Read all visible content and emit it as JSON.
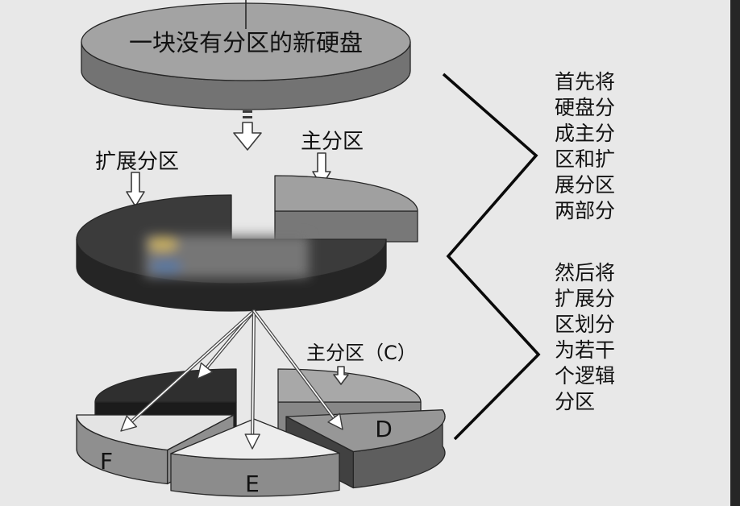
{
  "disk": {
    "label": "一块没有分区的新硬盘"
  },
  "callouts": {
    "extended_partition": "扩展分区",
    "primary_partition": "主分区",
    "primary_partition_c": "主分区（C）"
  },
  "logical_partitions": {
    "f": "F",
    "e": "E",
    "d": "D"
  },
  "explanation": {
    "step1_lines": [
      "首先将",
      "硬盘分",
      "成主分",
      "区和扩",
      "展分区",
      "两部分"
    ],
    "step2_lines": [
      "然后将",
      "扩展分",
      "区划分",
      "为若干",
      "个逻辑",
      "分区"
    ]
  },
  "colors": {
    "background": "#e8e8e8",
    "border": "#262626",
    "disk_top": "#a3a3a3",
    "disk_side": "#737373",
    "extended_top": "#3b3b3b",
    "extended_side": "#252525",
    "primary_top": "#a0a0a0",
    "primary_front": "#787878",
    "logical_dark_top": "#2f2f2f",
    "logical_dark_front": "#1b1b1b",
    "c_top": "#a8a8a8",
    "c_front": "#878787",
    "f_top": "#e4e4e4",
    "f_side": "#8f8f8f",
    "e_top": "#ededed",
    "e_side": "#8c8c8c",
    "d_top": "#979797",
    "d_face": "#414141",
    "d_side": "#5e5e5e",
    "bracket": "#0a0a0a"
  }
}
